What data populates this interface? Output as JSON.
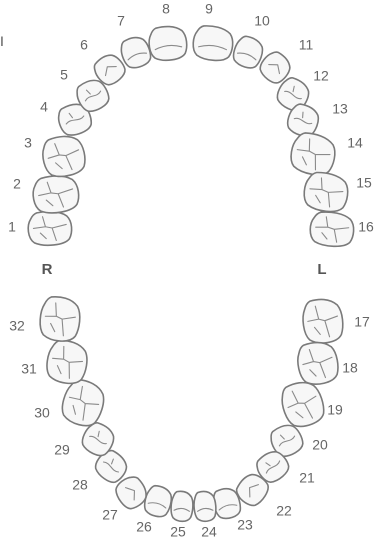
{
  "sides": {
    "right": "R",
    "left": "L"
  },
  "edge_mark": "I",
  "colors": {
    "tooth_fill": "#f7f7f7",
    "tooth_stroke": "#7a7a7a",
    "label": "#666666"
  },
  "teeth": [
    {
      "n": "1",
      "arch": "upper",
      "type": "molar"
    },
    {
      "n": "2",
      "arch": "upper",
      "type": "molar"
    },
    {
      "n": "3",
      "arch": "upper",
      "type": "molar"
    },
    {
      "n": "4",
      "arch": "upper",
      "type": "premolar"
    },
    {
      "n": "5",
      "arch": "upper",
      "type": "premolar"
    },
    {
      "n": "6",
      "arch": "upper",
      "type": "canine"
    },
    {
      "n": "7",
      "arch": "upper",
      "type": "incisor"
    },
    {
      "n": "8",
      "arch": "upper",
      "type": "incisor"
    },
    {
      "n": "9",
      "arch": "upper",
      "type": "incisor"
    },
    {
      "n": "10",
      "arch": "upper",
      "type": "incisor"
    },
    {
      "n": "11",
      "arch": "upper",
      "type": "canine"
    },
    {
      "n": "12",
      "arch": "upper",
      "type": "premolar"
    },
    {
      "n": "13",
      "arch": "upper",
      "type": "premolar"
    },
    {
      "n": "14",
      "arch": "upper",
      "type": "molar"
    },
    {
      "n": "15",
      "arch": "upper",
      "type": "molar"
    },
    {
      "n": "16",
      "arch": "upper",
      "type": "molar"
    },
    {
      "n": "17",
      "arch": "lower",
      "type": "molar"
    },
    {
      "n": "18",
      "arch": "lower",
      "type": "molar"
    },
    {
      "n": "19",
      "arch": "lower",
      "type": "molar"
    },
    {
      "n": "20",
      "arch": "lower",
      "type": "premolar"
    },
    {
      "n": "21",
      "arch": "lower",
      "type": "premolar"
    },
    {
      "n": "22",
      "arch": "lower",
      "type": "canine"
    },
    {
      "n": "23",
      "arch": "lower",
      "type": "incisor"
    },
    {
      "n": "24",
      "arch": "lower",
      "type": "incisor"
    },
    {
      "n": "25",
      "arch": "lower",
      "type": "incisor"
    },
    {
      "n": "26",
      "arch": "lower",
      "type": "incisor"
    },
    {
      "n": "27",
      "arch": "lower",
      "type": "canine"
    },
    {
      "n": "28",
      "arch": "lower",
      "type": "premolar"
    },
    {
      "n": "29",
      "arch": "lower",
      "type": "premolar"
    },
    {
      "n": "30",
      "arch": "lower",
      "type": "molar"
    },
    {
      "n": "31",
      "arch": "lower",
      "type": "molar"
    },
    {
      "n": "32",
      "arch": "lower",
      "type": "molar"
    }
  ]
}
